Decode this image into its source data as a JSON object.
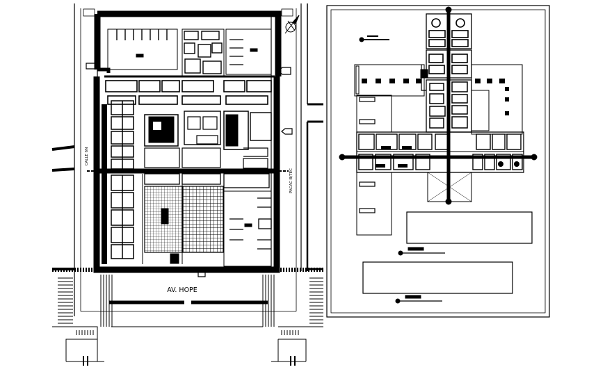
{
  "site_plan": {
    "street_bottom": "AV. HOPE",
    "street_left": "CALLE 6N",
    "street_right": "PACAC B/TEC"
  },
  "colors": {
    "ink": "#000000",
    "paper": "#ffffff"
  },
  "icons": {
    "north_arrow": "north-arrow-icon"
  }
}
